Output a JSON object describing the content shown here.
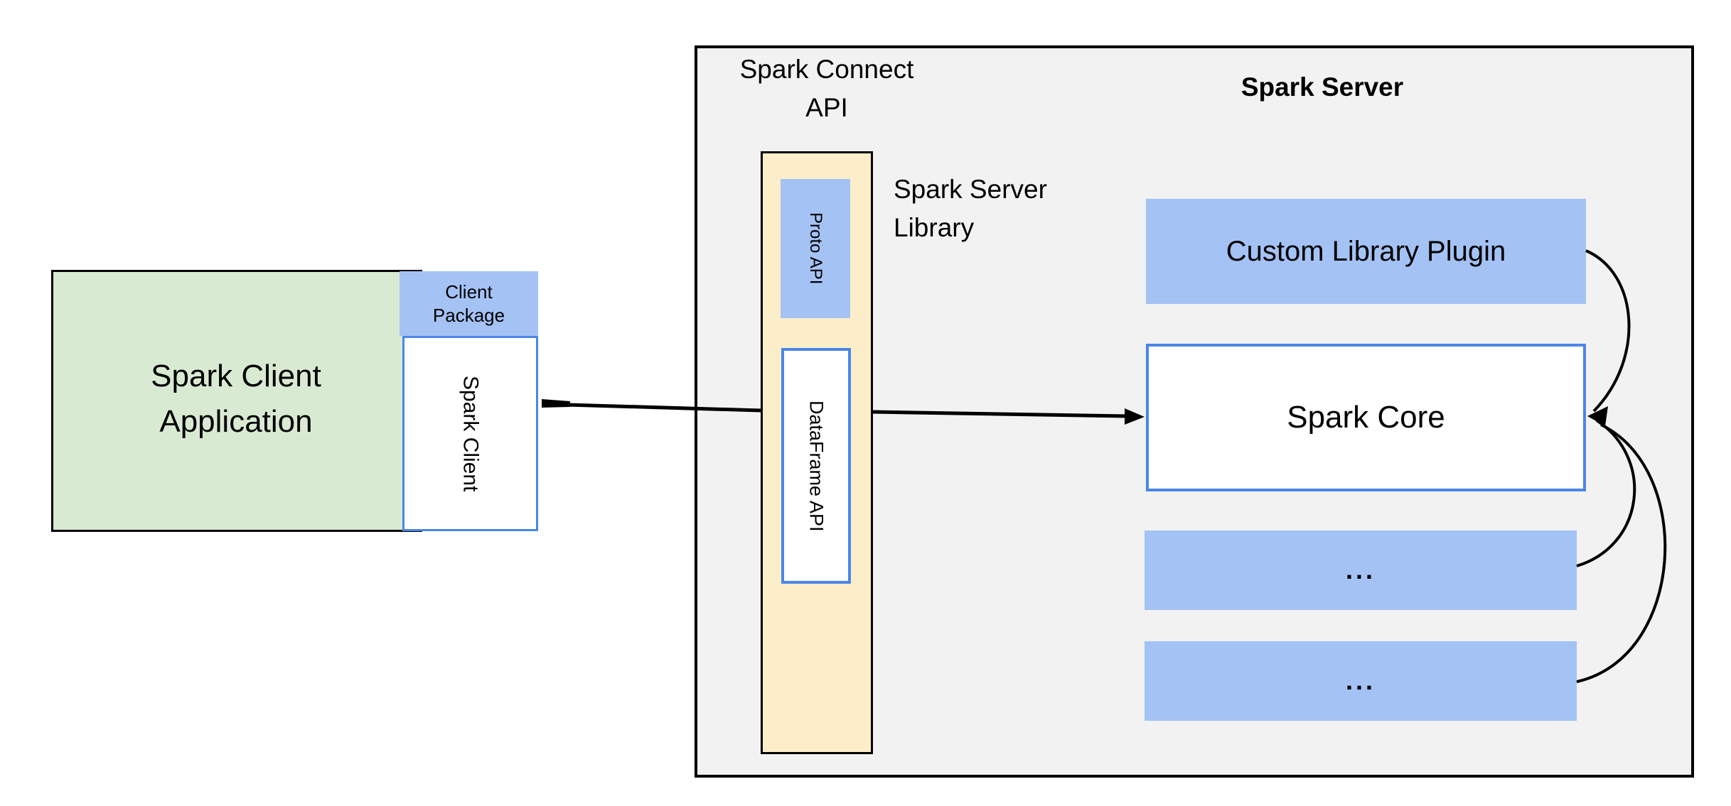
{
  "client": {
    "app_label": "Spark Client Application",
    "package_label": "Client Package",
    "client_label": "Spark Client"
  },
  "connect": {
    "api_label": "Spark Connect API",
    "proto_label": "Proto API",
    "dataframe_label": "DataFrame API",
    "library_label": "Spark Server Library"
  },
  "server": {
    "title": "Spark Server",
    "plugin_label": "Custom Library Plugin",
    "core_label": "Spark Core",
    "ellipsis_1": "...",
    "ellipsis_2": "..."
  },
  "colors": {
    "green": "#d9ead3",
    "blue": "#a4c2f4",
    "tan": "#fdeeca",
    "gray": "#f2f2f2",
    "blue_border": "#4a86e8",
    "line": "#000000",
    "text": "#000000",
    "bg": "#ffffff"
  }
}
